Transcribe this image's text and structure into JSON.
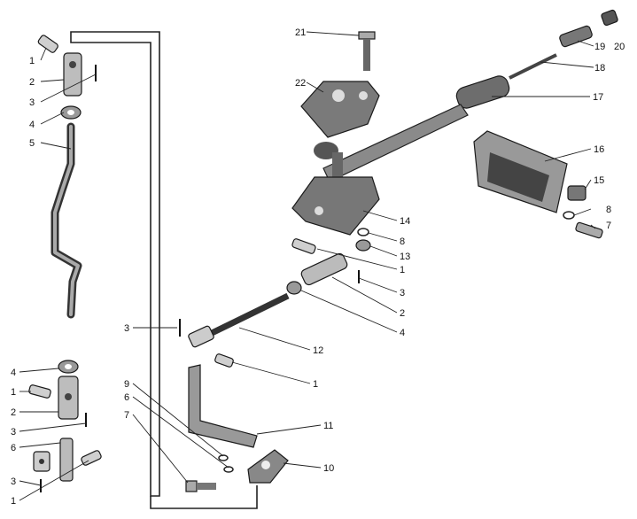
{
  "callouts": [
    {
      "text": "1"
    },
    {
      "text": "2"
    },
    {
      "text": "3"
    },
    {
      "text": "4"
    },
    {
      "text": "5"
    },
    {
      "text": "21"
    },
    {
      "text": "22"
    },
    {
      "text": "19"
    },
    {
      "text": "20"
    },
    {
      "text": "18"
    },
    {
      "text": "17"
    },
    {
      "text": "16"
    },
    {
      "text": "15"
    },
    {
      "text": "8"
    },
    {
      "text": "7"
    },
    {
      "text": "14"
    },
    {
      "text": "8"
    },
    {
      "text": "13"
    },
    {
      "text": "1"
    },
    {
      "text": "3"
    },
    {
      "text": "2"
    },
    {
      "text": "4"
    },
    {
      "text": "3"
    },
    {
      "text": "12"
    },
    {
      "text": "1"
    },
    {
      "text": "4"
    },
    {
      "text": "1"
    },
    {
      "text": "2"
    },
    {
      "text": "3"
    },
    {
      "text": "6"
    },
    {
      "text": "3"
    },
    {
      "text": "1"
    },
    {
      "text": "9"
    },
    {
      "text": "6"
    },
    {
      "text": "7"
    },
    {
      "text": "11"
    },
    {
      "text": "10"
    }
  ]
}
